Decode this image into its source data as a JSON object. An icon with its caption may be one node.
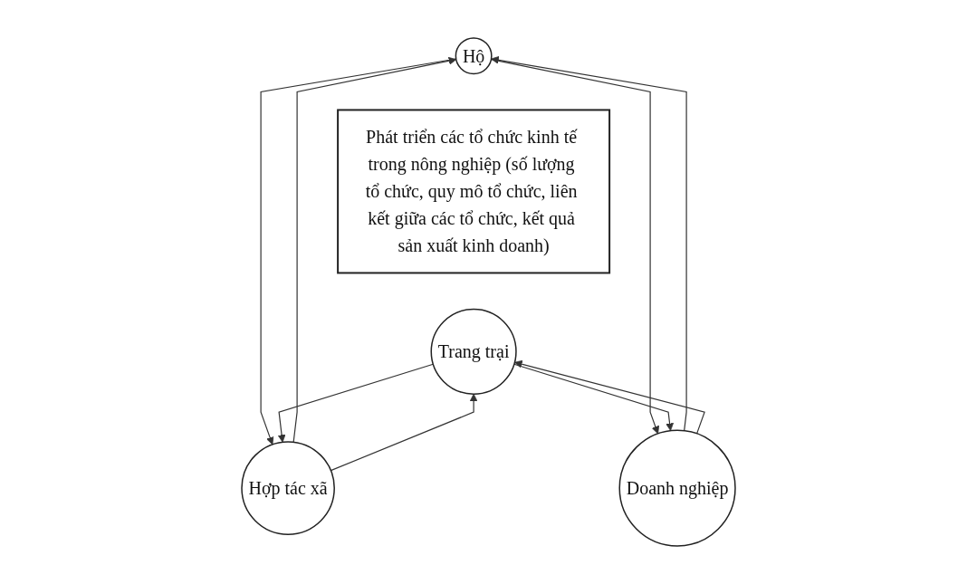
{
  "diagram": {
    "nodes": [
      {
        "text": [
          "Hộ"
        ]
      },
      {
        "text": [
          "Hợp tác xã"
        ]
      },
      {
        "text": [
          "Doanh nghiệp"
        ]
      },
      {
        "text": [
          "Trang trại"
        ]
      },
      {
        "text": [
          "Phát triển các tổ chức kinh tế trong nông nghiệp (số lượng tổ chức, quy mô tổ chức, liên kết giữa các tổ chức, kết quả sản xuất kinh doanh)"
        ]
      }
    ],
    "edges": [
      {
        "from": 0,
        "to": 1,
        "arrow": "to"
      },
      {
        "from": 1,
        "to": 0,
        "arrow": "to"
      },
      {
        "from": 0,
        "to": 2,
        "arrow": "to"
      },
      {
        "from": 2,
        "to": 0,
        "arrow": "to"
      },
      {
        "from": 1,
        "to": 3,
        "arrow": "to"
      },
      {
        "from": 3,
        "to": 1,
        "arrow": "to"
      },
      {
        "from": 3,
        "to": 2,
        "arrow": "to"
      },
      {
        "from": 2,
        "to": 3,
        "arrow": "to"
      }
    ]
  }
}
